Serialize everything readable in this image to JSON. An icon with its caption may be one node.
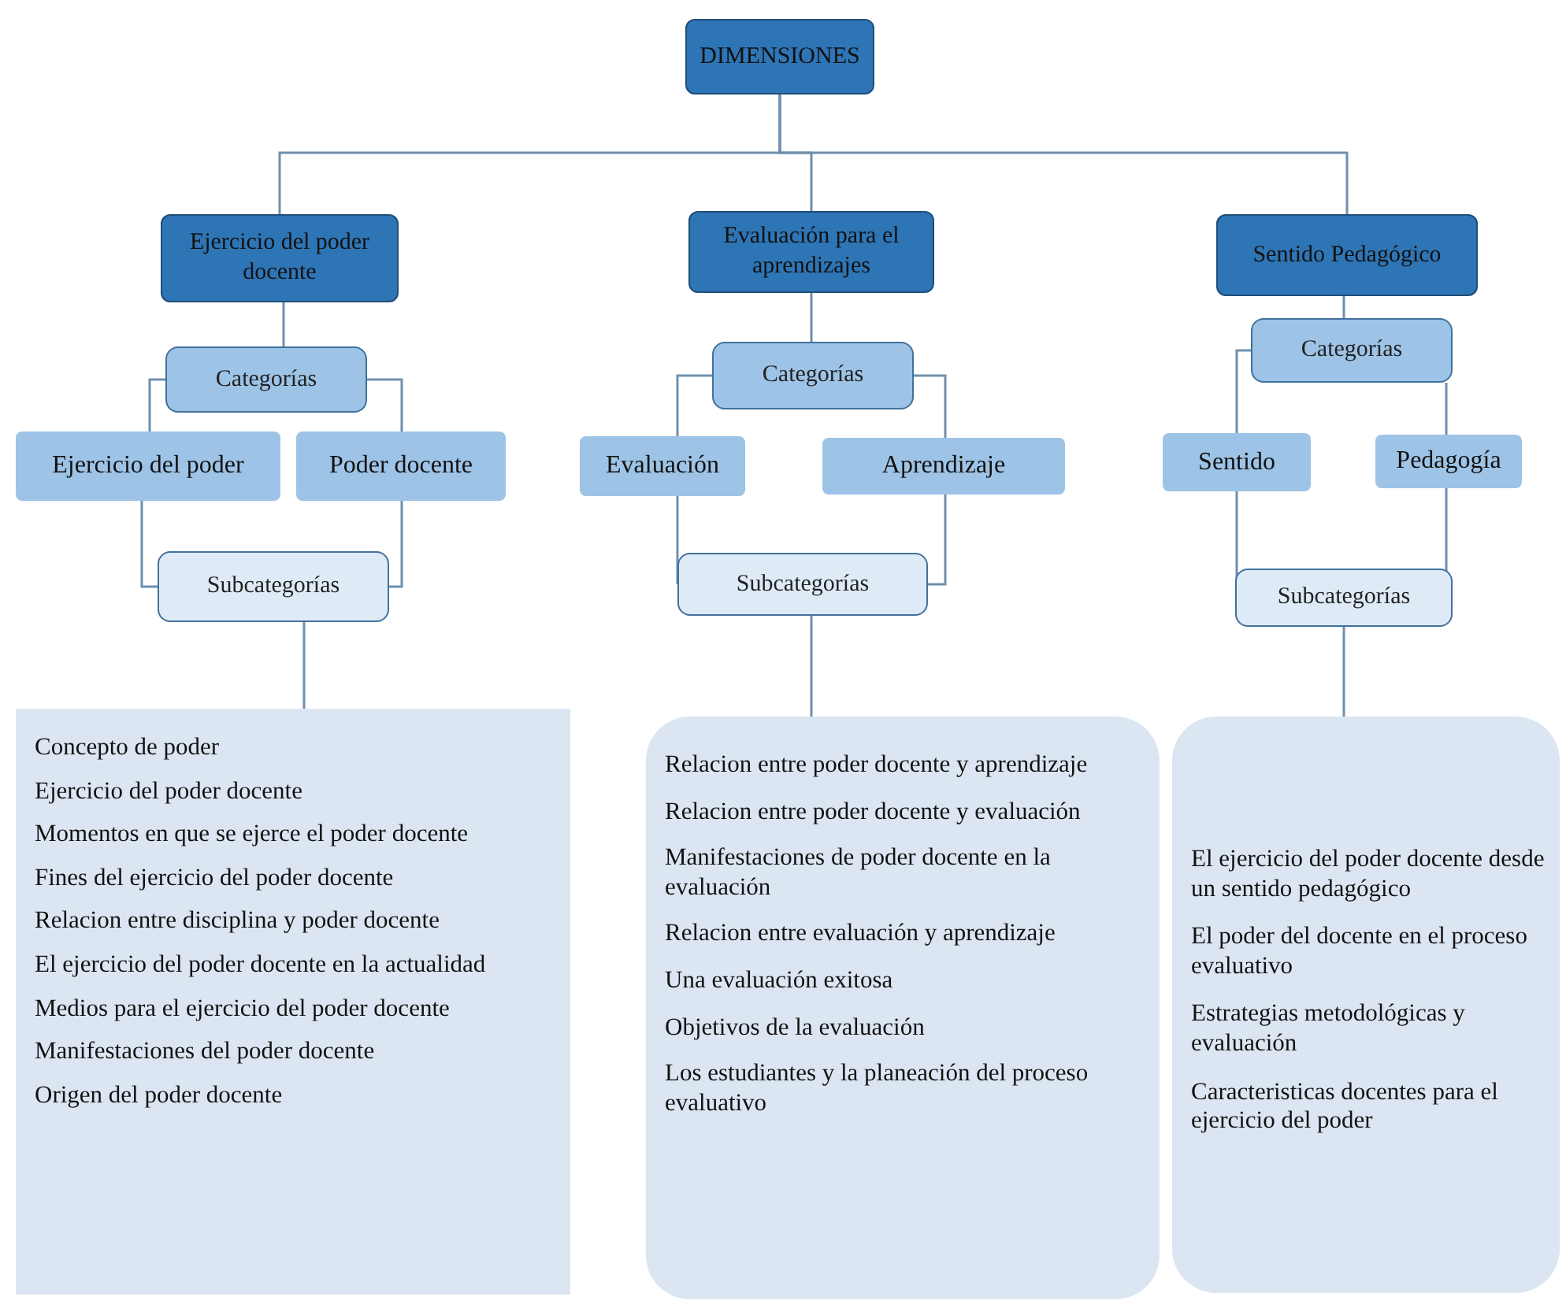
{
  "diagram": {
    "nodes": [
      {
        "text": [
          "DIMENSIONES"
        ]
      },
      {
        "text": [
          "Ejercicio del poder docente"
        ]
      },
      {
        "text": [
          "Evaluación para el aprendizajes"
        ]
      },
      {
        "text": [
          "Sentido Pedagógico"
        ]
      },
      {
        "text": [
          "Categorías"
        ]
      },
      {
        "text": [
          "Ejercicio del poder"
        ]
      },
      {
        "text": [
          "Poder docente"
        ]
      },
      {
        "text": [
          "Subcategorías"
        ]
      },
      {
        "text": [
          "Concepto de poder",
          "Ejercicio del poder docente",
          "Momentos en que se ejerce el poder docente",
          "Fines del ejercicio del poder docente",
          "Relacion entre disciplina y poder docente",
          "El ejercicio del poder docente en la actualidad",
          "Medios para el ejercicio del poder docente",
          "Manifestaciones del poder docente",
          "Origen  del poder docente"
        ]
      },
      {
        "text": [
          "Categorías"
        ]
      },
      {
        "text": [
          "Evaluación"
        ]
      },
      {
        "text": [
          "Aprendizaje"
        ]
      },
      {
        "text": [
          "Subcategorías"
        ]
      },
      {
        "text": [
          "Relacion entre poder docente y aprendizaje",
          "Relacion entre poder docente y evaluación",
          "Manifestaciones de poder docente en la evaluación",
          "Relacion entre evaluación y aprendizaje",
          "Una evaluación exitosa",
          "Objetivos de la evaluación",
          "Los estudiantes y  la planeación del proceso evaluativo"
        ]
      },
      {
        "text": [
          "Categorías"
        ]
      },
      {
        "text": [
          "Sentido"
        ]
      },
      {
        "text": [
          "Pedagogía"
        ]
      },
      {
        "text": [
          "Subcategorías"
        ]
      },
      {
        "text": [
          "El ejercicio del poder docente desde un sentido pedagógico",
          "El poder del docente en el proceso evaluativo",
          "Estrategias metodológicas y evaluación",
          "Caracteristicas docentes para el ejercicio del poder"
        ]
      }
    ],
    "edges": [
      {
        "from": 0,
        "to": 1,
        "arrow": "none"
      },
      {
        "from": 0,
        "to": 2,
        "arrow": "none"
      },
      {
        "from": 0,
        "to": 3,
        "arrow": "none"
      },
      {
        "from": 1,
        "to": 4,
        "arrow": "none"
      },
      {
        "from": 4,
        "to": 5,
        "arrow": "none"
      },
      {
        "from": 4,
        "to": 6,
        "arrow": "none"
      },
      {
        "from": 5,
        "to": 7,
        "arrow": "none"
      },
      {
        "from": 6,
        "to": 7,
        "arrow": "none"
      },
      {
        "from": 7,
        "to": 8,
        "arrow": "none"
      },
      {
        "from": 2,
        "to": 9,
        "arrow": "none"
      },
      {
        "from": 9,
        "to": 10,
        "arrow": "none"
      },
      {
        "from": 9,
        "to": 11,
        "arrow": "none"
      },
      {
        "from": 10,
        "to": 12,
        "arrow": "none"
      },
      {
        "from": 11,
        "to": 12,
        "arrow": "none"
      },
      {
        "from": 12,
        "to": 13,
        "arrow": "none"
      },
      {
        "from": 3,
        "to": 14,
        "arrow": "none"
      },
      {
        "from": 14,
        "to": 15,
        "arrow": "none"
      },
      {
        "from": 14,
        "to": 16,
        "arrow": "none"
      },
      {
        "from": 15,
        "to": 17,
        "arrow": "none"
      },
      {
        "from": 16,
        "to": 17,
        "arrow": "none"
      },
      {
        "from": 17,
        "to": 18,
        "arrow": "none"
      }
    ]
  }
}
